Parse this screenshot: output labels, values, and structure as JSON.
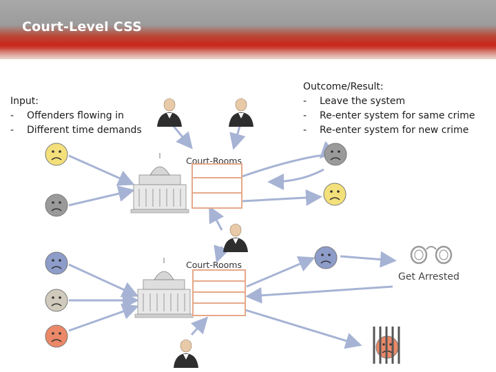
{
  "title": "Court-Level CSS",
  "input": {
    "heading": "Input:",
    "items": [
      "Offenders flowing in",
      "Different time demands"
    ]
  },
  "outcome": {
    "heading": "Outcome/Result:",
    "items": [
      "Leave the system",
      "Re-enter system for same crime",
      "Re-enter system for new crime"
    ]
  },
  "courtrooms_top_label": "Court-Rooms",
  "courtrooms_bottom_label": "Court-Rooms",
  "arrest_label": "Get Arrested",
  "colors": {
    "arrow": "#a6b3d4",
    "room_border": "#e6a889",
    "face_yellow": "#f3e07a",
    "face_gray": "#9a9a9a",
    "face_blue": "#8d9cc9",
    "face_beige": "#cfcabb",
    "face_orange": "#ea8868"
  },
  "icons": {
    "faces": "frown-face-icon",
    "judge": "judge-icon",
    "courthouse": "courthouse-icon",
    "handcuffs": "handcuffs-icon",
    "jail": "jail-bars-icon"
  }
}
